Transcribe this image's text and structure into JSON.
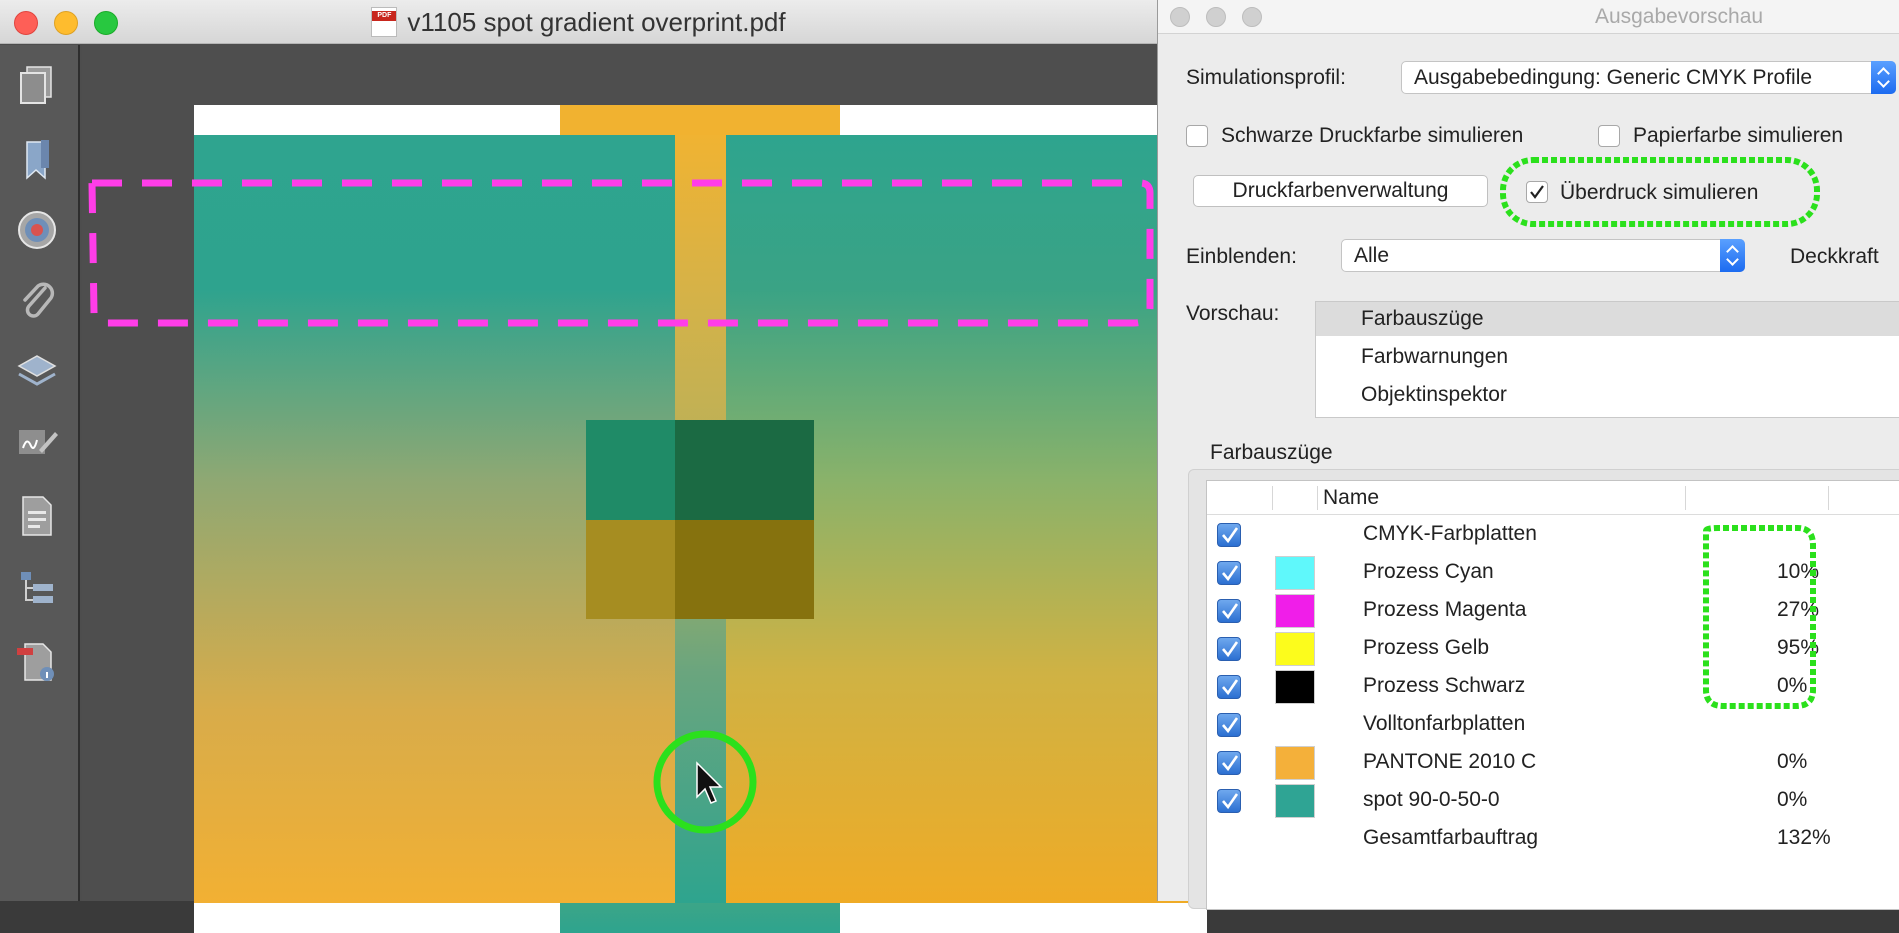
{
  "document_window": {
    "title": "v1105 spot gradient overprint.pdf",
    "traffic_lights": {
      "close": "#fe5f57",
      "minimize": "#febc2e",
      "zoom": "#28c840"
    },
    "sidebar_icons": [
      "pages-icon",
      "bookmarks-icon",
      "target-icon",
      "attachments-icon",
      "layers-icon",
      "signature-icon",
      "document-icon",
      "structure-tree-icon",
      "document-info-icon"
    ],
    "artwork_colors": {
      "spot_teal": "#2ea48e",
      "pantone_orange": "#f1b131"
    },
    "annotations": {
      "dashed_highlight_color": "#ff3de8",
      "circle_highlight_color": "#2be01c"
    }
  },
  "output_preview": {
    "title": "Ausgabevorschau",
    "simulation_profile": {
      "label": "Simulationsprofil:",
      "value": "Ausgabebedingung: Generic CMYK Profile"
    },
    "checkboxes": {
      "simulate_black": {
        "label": "Schwarze Druckfarbe simulieren",
        "checked": false
      },
      "simulate_paper": {
        "label": "Papierfarbe simulieren",
        "checked": false
      },
      "simulate_overprint": {
        "label": "Überdruck simulieren",
        "checked": true
      }
    },
    "ink_manager_button": "Druckfarbenverwaltung",
    "show": {
      "label": "Einblenden:",
      "value": "Alle"
    },
    "opacity_label": "Deckkraft",
    "preview": {
      "label": "Vorschau:",
      "items": [
        "Farbauszüge",
        "Farbwarnungen",
        "Objektinspektor"
      ],
      "selected": "Farbauszüge"
    },
    "separations": {
      "group_label": "Farbauszüge",
      "column_name": "Name",
      "rows": [
        {
          "name": "CMYK-Farbplatten",
          "value": "",
          "checked": true,
          "swatch": null
        },
        {
          "name": "Prozess Cyan",
          "value": "10%",
          "checked": true,
          "swatch": "#5ff8fb"
        },
        {
          "name": "Prozess Magenta",
          "value": "27%",
          "checked": true,
          "swatch": "#f01ee9"
        },
        {
          "name": "Prozess Gelb",
          "value": "95%",
          "checked": true,
          "swatch": "#fcfc1c"
        },
        {
          "name": "Prozess Schwarz",
          "value": "0%",
          "checked": true,
          "swatch": "#000000"
        },
        {
          "name": "Volltonfarbplatten",
          "value": "",
          "checked": true,
          "swatch": null
        },
        {
          "name": "PANTONE 2010 C",
          "value": "0%",
          "checked": true,
          "swatch": "#f4b03a"
        },
        {
          "name": "spot 90-0-50-0",
          "value": "0%",
          "checked": true,
          "swatch": "#2fa494"
        },
        {
          "name": "Gesamtfarbauftrag",
          "value": "132%",
          "checked": false,
          "swatch": null
        }
      ]
    }
  }
}
